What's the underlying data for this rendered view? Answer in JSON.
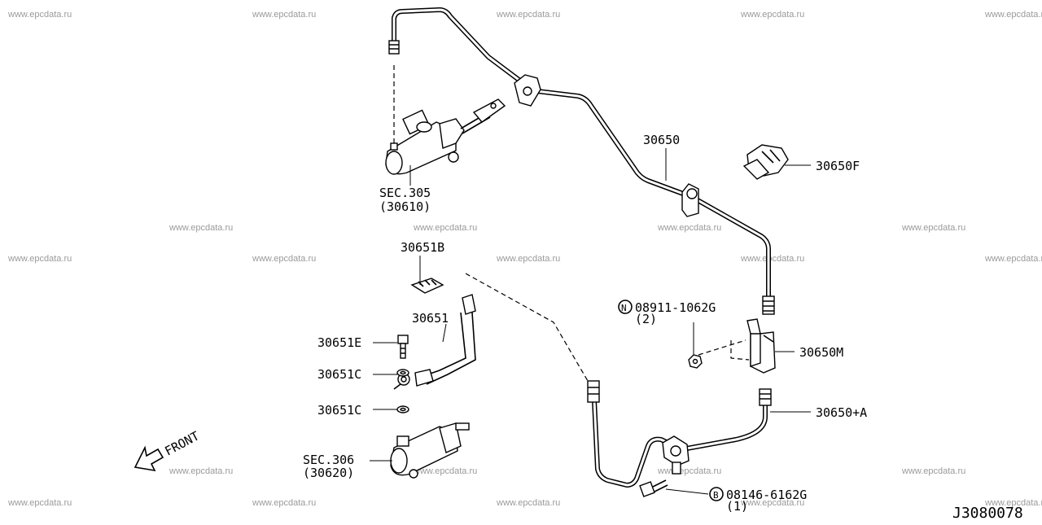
{
  "watermark": "www.epcdata.ru",
  "diagram_id": "J3080078",
  "labels": {
    "sec305": "SEC.305",
    "sec305_ref": "(30610)",
    "p30650": "30650",
    "p30650f": "30650F",
    "p30651b": "30651B",
    "p30651": "30651",
    "p30651e": "30651E",
    "p30651c_1": "30651C",
    "p30651c_2": "30651C",
    "sec306": "SEC.306",
    "sec306_ref": "(30620)",
    "n_part": "08911-1062G",
    "n_symbol": "N",
    "n_qty": "(2)",
    "p30650m": "30650M",
    "p30650a": "30650+A",
    "b_part": "08146-6162G",
    "b_symbol": "B",
    "b_qty": "(1)",
    "front": "FRONT"
  }
}
